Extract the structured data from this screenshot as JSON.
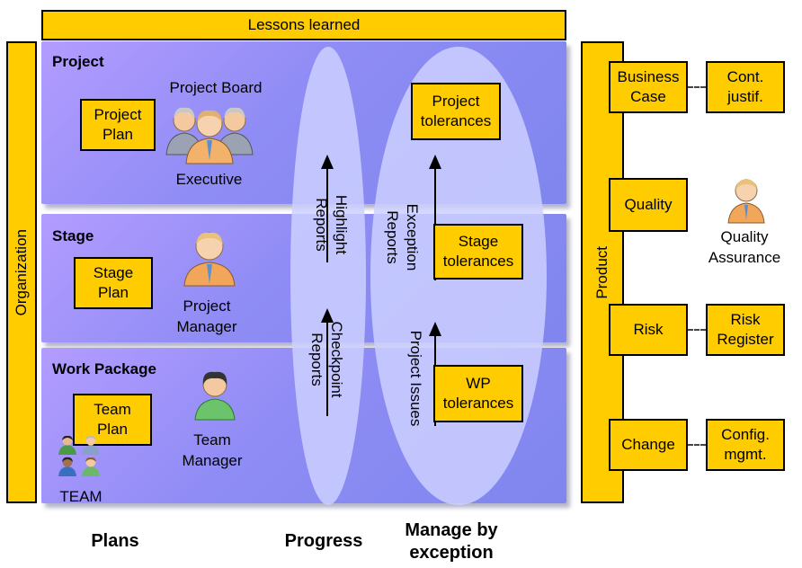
{
  "top_bar": {
    "label": "Lessons learned"
  },
  "organization_bar": {
    "label": "Organization"
  },
  "product_bar": {
    "label": "Product"
  },
  "panels": {
    "project": {
      "title": "Project"
    },
    "stage": {
      "title": "Stage"
    },
    "work_package": {
      "title": "Work Package"
    }
  },
  "plans": {
    "project_plan": "Project\nPlan",
    "stage_plan": "Stage\nPlan",
    "team_plan": "Team\nPlan"
  },
  "roles": {
    "project_board": "Project Board",
    "executive": "Executive",
    "project_manager": "Project\nManager",
    "team_manager": "Team\nManager",
    "team": "TEAM",
    "quality_assurance": "Quality\nAssurance"
  },
  "tolerances": {
    "project": "Project\ntolerances",
    "stage": "Stage\ntolerances",
    "wp": "WP\ntolerances"
  },
  "flows": {
    "highlight_reports": "Highlight\nReports",
    "checkpoint_reports": "Checkpoint\nReports",
    "exception_reports": "Exception\nReports",
    "project_issues": "Project Issues"
  },
  "product_items": {
    "business_case": "Business\nCase",
    "cont_justif": "Cont.\njustif.",
    "quality": "Quality",
    "risk": "Risk",
    "risk_register": "Risk\nRegister",
    "change": "Change",
    "config_mgmt": "Config.\nmgmt."
  },
  "bottom_labels": {
    "plans": "Plans",
    "progress": "Progress",
    "manage_by_exception": "Manage by\nexception"
  },
  "colors": {
    "box_fill": "#ffcc00",
    "panel_start": "#b399ff",
    "panel_end": "#7f86ee",
    "ellipse": "#c9ccff"
  }
}
